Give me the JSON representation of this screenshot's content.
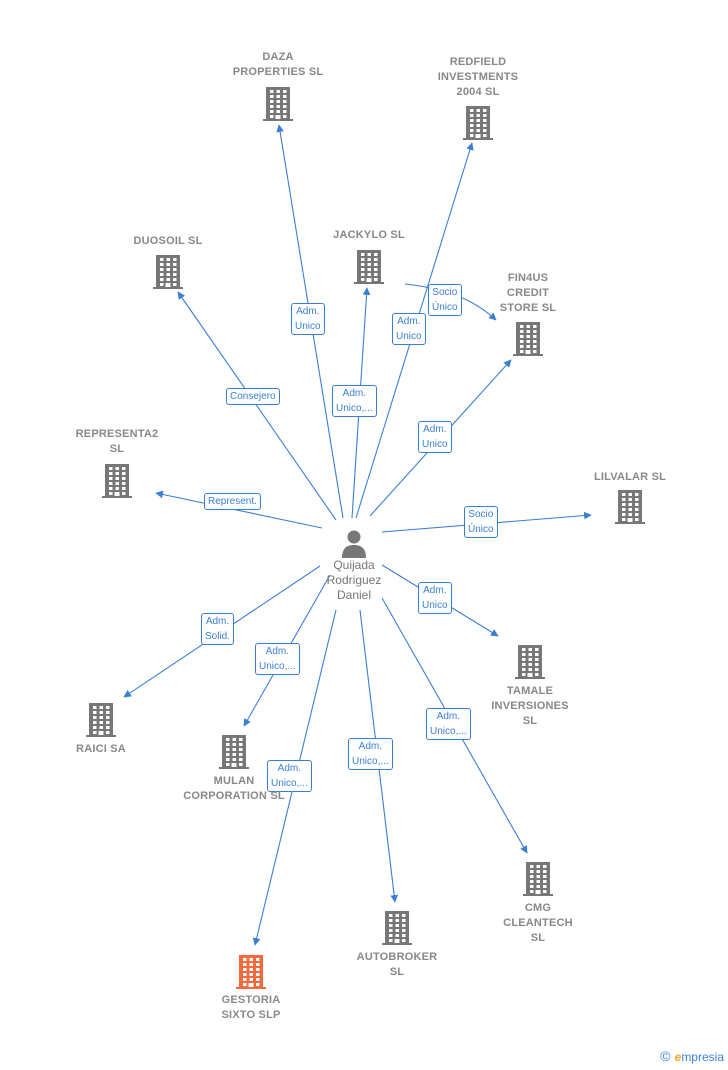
{
  "center": {
    "name": "Quijada\nRodriguez\nDaniel",
    "icon": "person-icon"
  },
  "companies": [
    {
      "id": "daza",
      "name": "DAZA\nPROPERTIES SL",
      "icon": "building-icon",
      "color": "#777777"
    },
    {
      "id": "redfield",
      "name": "REDFIELD\nINVESTMENTS\n2004  SL",
      "icon": "building-icon",
      "color": "#777777"
    },
    {
      "id": "duosoil",
      "name": "DUOSOIL SL",
      "icon": "building-icon",
      "color": "#777777"
    },
    {
      "id": "jackylo",
      "name": "JACKYLO  SL",
      "icon": "building-icon",
      "color": "#777777"
    },
    {
      "id": "fin4us",
      "name": "FIN4US\nCREDIT\nSTORE  SL",
      "icon": "building-icon",
      "color": "#777777"
    },
    {
      "id": "representa2",
      "name": "REPRESENTA2\nSL",
      "icon": "building-icon",
      "color": "#777777"
    },
    {
      "id": "lilvalar",
      "name": "LILVALAR  SL",
      "icon": "building-icon",
      "color": "#777777"
    },
    {
      "id": "tamale",
      "name": "TAMALE\nINVERSIONES\nSL",
      "icon": "building-icon",
      "color": "#777777"
    },
    {
      "id": "raici",
      "name": "RAICI SA",
      "icon": "building-icon",
      "color": "#777777"
    },
    {
      "id": "mulan",
      "name": "MULAN\nCORPORATION SL",
      "icon": "building-icon",
      "color": "#777777"
    },
    {
      "id": "cmg",
      "name": "CMG\nCLEANTECH\nSL",
      "icon": "building-icon",
      "color": "#777777"
    },
    {
      "id": "autobroker",
      "name": "AUTOBROKER\nSL",
      "icon": "building-icon",
      "color": "#777777"
    },
    {
      "id": "gestoria",
      "name": "GESTORIA\nSIXTO  SLP",
      "icon": "building-icon",
      "color": "#f26a3d"
    }
  ],
  "relations": [
    {
      "to": "daza",
      "label": "Adm.\nUnico"
    },
    {
      "to": "redfield",
      "label": "Adm.\nUnico"
    },
    {
      "to": "duosoil",
      "label": "Consejero"
    },
    {
      "to": "jackylo",
      "label": "Adm.\nUnico,..."
    },
    {
      "to": "fin4us",
      "label": "Adm.\nUnico"
    },
    {
      "to": "fin4us",
      "label": "Socio\nÚnico"
    },
    {
      "to": "representa2",
      "label": "Represent."
    },
    {
      "to": "lilvalar",
      "label": "Socio\nÚnico"
    },
    {
      "to": "tamale",
      "label": "Adm.\nUnico"
    },
    {
      "to": "raici",
      "label": "Adm.\nSolid."
    },
    {
      "to": "mulan",
      "label": "Adm.\nUnico,..."
    },
    {
      "to": "cmg",
      "label": "Adm.\nUnico,..."
    },
    {
      "to": "autobroker",
      "label": "Adm.\nUnico,..."
    },
    {
      "to": "gestoria",
      "label": "Adm.\nUnico,..."
    }
  ],
  "colors": {
    "edge": "#3a7fd5",
    "building": "#777777",
    "highlight": "#f26a3d"
  },
  "footer": {
    "copyright": "©",
    "brand_initial": "e",
    "brand_rest": "mpresia"
  }
}
